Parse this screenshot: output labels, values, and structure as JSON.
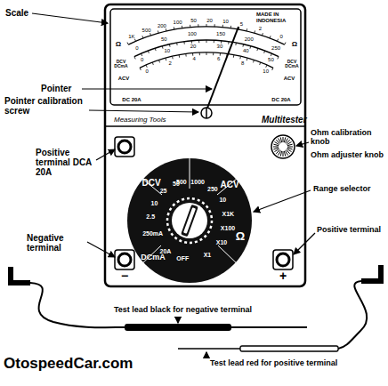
{
  "diagram": {
    "labels": [
      "Scale",
      "Pointer",
      "Pointer calibration screw",
      "Positive terminal DCA 20A",
      "Negative terminal",
      "Ohm calibration knob",
      "Ohm adjuster knob",
      "Range selector",
      "Positive terminal",
      "Test lead black for negative terminal",
      "Test lead red for positive terminal",
      "OtospeedCar.com",
      "MADE IN INDONESIA",
      "Measuring Tools",
      "Multitester",
      "DCV",
      "ACV",
      "Ω",
      "DCmA",
      "500",
      "1000",
      "250",
      "10",
      "X1K",
      "X100",
      "X10",
      "X1",
      "OFF",
      "20A",
      "250mA",
      "2.5",
      "10",
      "25",
      "50",
      "−",
      "+",
      "1K",
      "500",
      "200",
      "100",
      "50",
      "20",
      "10",
      "5",
      "2",
      "0",
      "0",
      "50",
      "100",
      "150",
      "200",
      "250",
      "0",
      "10",
      "20",
      "30",
      "40",
      "50",
      "0",
      "2",
      "4",
      "6",
      "8",
      "10",
      "Ω",
      "DCV DCmA",
      "ACV",
      "DC 20A",
      "Ω",
      "DCV DCmA",
      "ACV",
      "DC 20A"
    ]
  }
}
